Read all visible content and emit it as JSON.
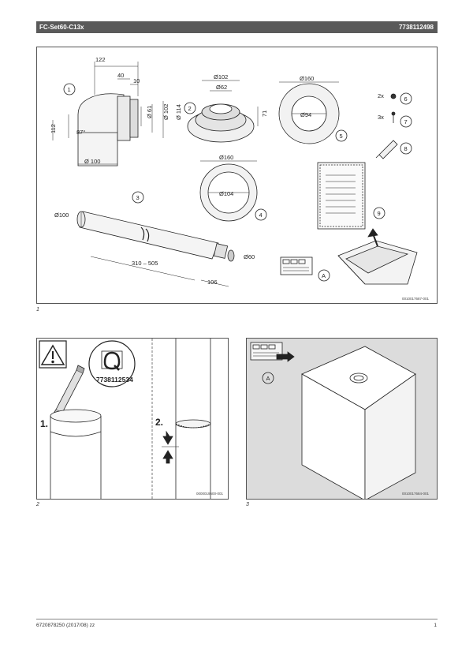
{
  "header": {
    "product": "FC-Set60-C13x",
    "number": "7738112498"
  },
  "figure1": {
    "caption_number": "1",
    "code": "0010017687-001",
    "callouts": [
      "1",
      "2",
      "3",
      "4",
      "5",
      "6",
      "7",
      "8",
      "9",
      "A"
    ],
    "dims": {
      "d122": "122",
      "d40": "40",
      "d10": "10",
      "d112": "112",
      "d87": "87°",
      "d100": "Ø 100",
      "d61": "Ø 61",
      "d102": "Ø 102",
      "d114": "Ø 114",
      "p102": "Ø102",
      "p62": "Ø62",
      "p71": "71",
      "r160a": "Ø160",
      "r94": "Ø94",
      "r160b": "Ø160",
      "r104": "Ø104",
      "t100": "Ø100",
      "t60": "Ø60",
      "len": "310 – 505",
      "t106": "106"
    },
    "qty": {
      "q6": "2x",
      "q7": "3x"
    }
  },
  "figure2": {
    "caption_number": "2",
    "code": "0000019600-001",
    "label_number": "7738112534",
    "step1": "1.",
    "step2": "2."
  },
  "figure3": {
    "caption_number": "3",
    "code": "0010017684-001",
    "callout": "A"
  },
  "footer": {
    "doc": "6720878250 (2017/08) zz",
    "page": "1"
  }
}
